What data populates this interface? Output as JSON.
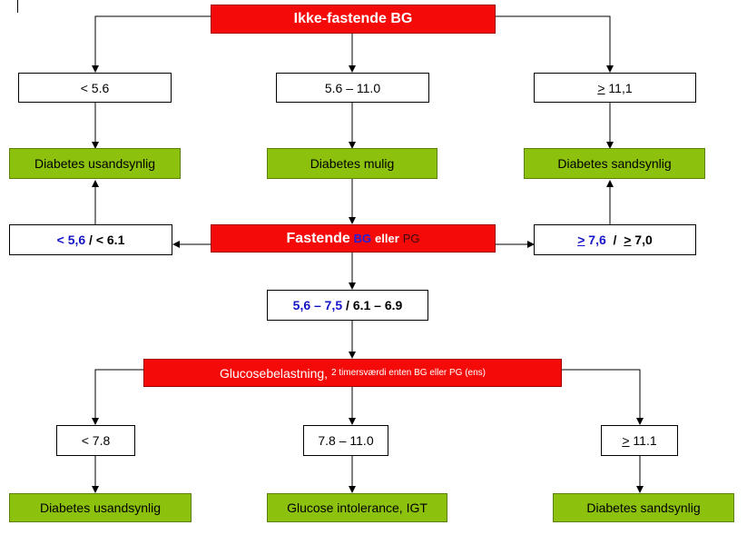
{
  "top": {
    "title": "Ikke-fastende BG"
  },
  "row1": {
    "left": "< 5.6",
    "mid": "5.6 – 11.0",
    "right_sym": ">",
    "right_val": " 11,1"
  },
  "row2": {
    "left": "Diabetes usandsynlig",
    "mid": "Diabetes mulig",
    "right": "Diabetes sandsynlig"
  },
  "fasting": {
    "title": "Fastende",
    "bg": "BG",
    "or": "eller",
    "pg": "PG",
    "left_blue": "< 5,6",
    "left_rest": " / < 6.1",
    "right_sym1": ">",
    "right_blue": " 7,6",
    "right_sep": "  /  ",
    "right_sym2": ">",
    "right_rest": " 7,0",
    "below_blue": "5,6 – 7,5",
    "below_rest": " / 6.1 – 6.9"
  },
  "glucose": {
    "title": "Glucosebelastning,",
    "subtitle": "2 timersværdi enten BG eller PG (ens)"
  },
  "row4": {
    "left": "< 7.8",
    "mid": "7.8 – 11.0",
    "right_sym": ">",
    "right_val": " 11.1"
  },
  "row5": {
    "left": "Diabetes usandsynlig",
    "mid": "Glucose intolerance, IGT",
    "right": "Diabetes sandsynlig"
  },
  "colors": {
    "red": "#f50a0a",
    "green": "#8cc10e",
    "blue": "#1515c8"
  }
}
